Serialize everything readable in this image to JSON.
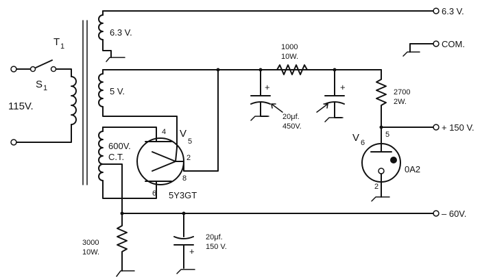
{
  "diagram": {
    "labels": {
      "transformer": "T",
      "transformer_sub": "1",
      "fil_6v3": "6.3 V.",
      "fil_5v": "5 V.",
      "hv_600": "600V.",
      "hv_ct": "C.T.",
      "mains": "115V.",
      "switch": "S",
      "switch_sub": "1",
      "tube1": "V",
      "tube1_sub": "5",
      "tube1_type": "5Y3GT",
      "pin4": "4",
      "pin2": "2",
      "pin8": "8",
      "pin6": "6",
      "res1_value": "1000",
      "res1_watt": "10W.",
      "res2_value": "2700",
      "res2_watt": "2W.",
      "res3_value": "3000",
      "res3_watt": "10W.",
      "cap1_value": "20μf.",
      "cap1_volt": "450V.",
      "cap2_value": "20μf.",
      "cap2_volt": "150 V.",
      "plus": "+",
      "tube2": "V",
      "tube2_sub": "6",
      "tube2_type": "0A2",
      "pin5": "5",
      "pin2b": "2",
      "out_6v3": "6.3 V.",
      "out_com": "COM.",
      "out_150": "+ 150 V.",
      "out_neg60": "– 60V."
    }
  }
}
